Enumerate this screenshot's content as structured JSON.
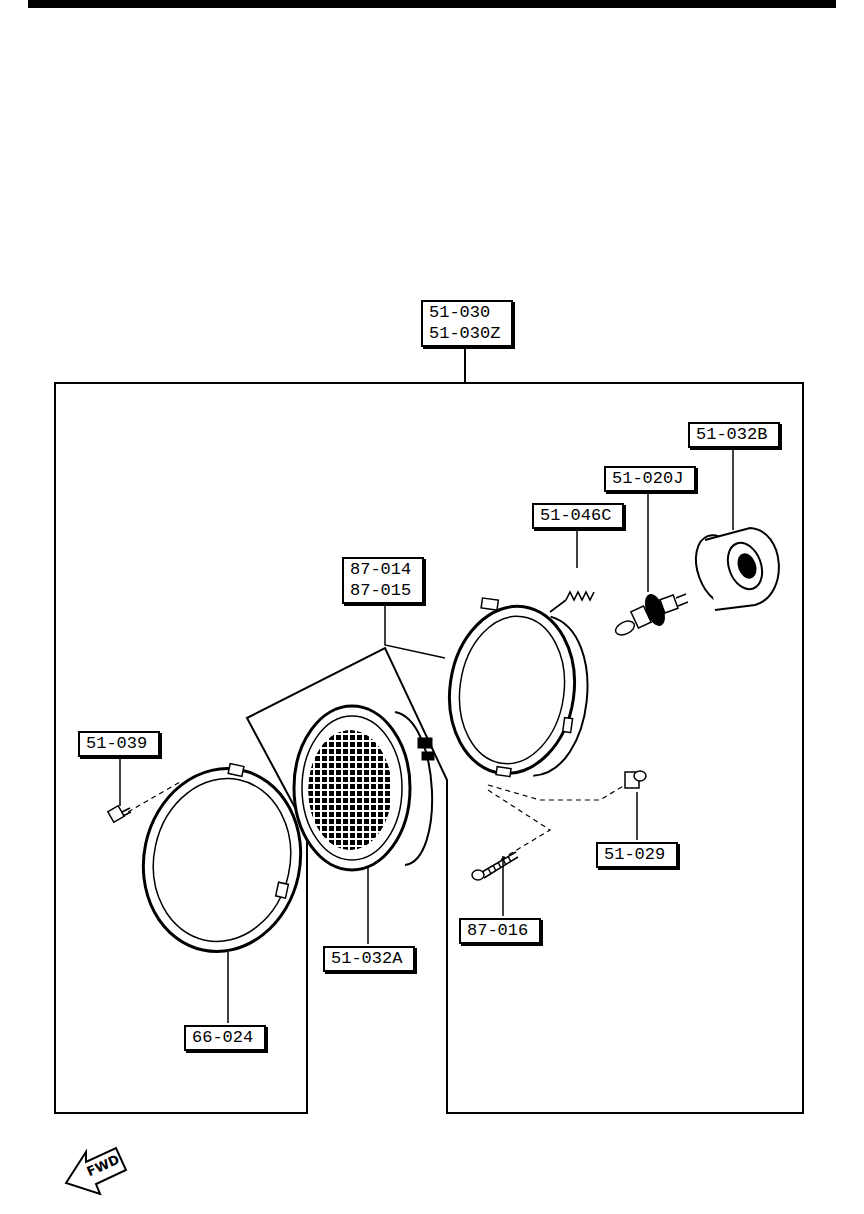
{
  "diagram": {
    "nodes": [
      {
        "text": [
          "51-030",
          "51-030Z"
        ]
      },
      {
        "text": [
          "51-032B"
        ]
      },
      {
        "text": [
          "51-020J"
        ]
      },
      {
        "text": [
          "51-046C"
        ]
      },
      {
        "text": [
          "87-014",
          "87-015"
        ]
      },
      {
        "text": [
          "51-039"
        ]
      },
      {
        "text": [
          "51-029"
        ]
      },
      {
        "text": [
          "87-016"
        ]
      },
      {
        "text": [
          "51-032A"
        ]
      },
      {
        "text": [
          "66-024"
        ]
      }
    ],
    "labels": [
      "FWD"
    ]
  }
}
